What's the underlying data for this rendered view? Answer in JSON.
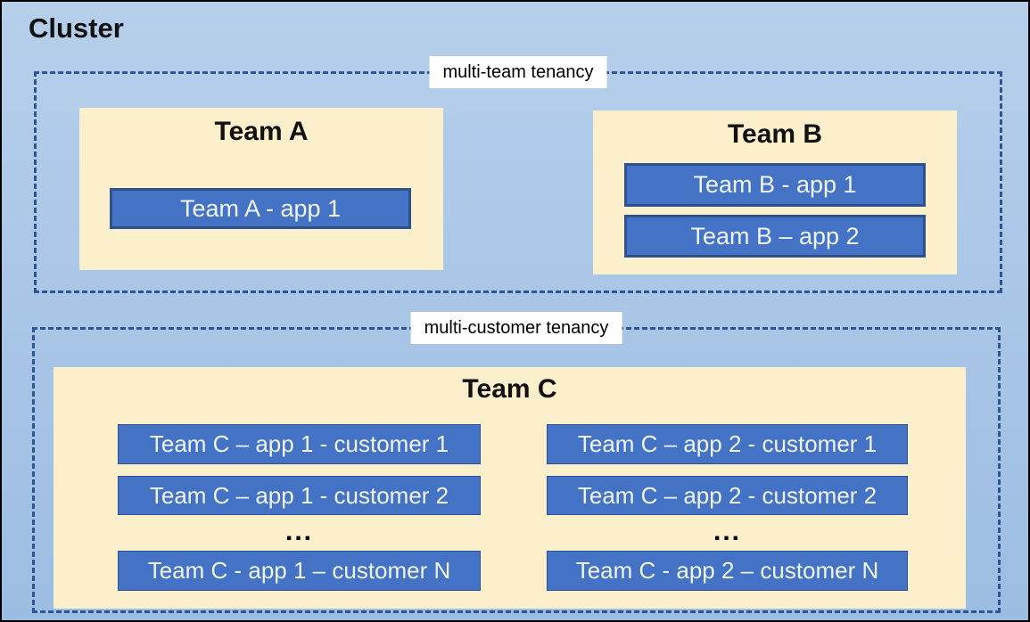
{
  "cluster": {
    "title": "Cluster"
  },
  "groups": {
    "multi_team": {
      "label": "multi-team tenancy"
    },
    "multi_customer": {
      "label": "multi-customer tenancy"
    }
  },
  "teams": {
    "a": {
      "name": "Team A",
      "apps": [
        "Team A - app 1"
      ]
    },
    "b": {
      "name": "Team B",
      "apps": [
        "Team B - app 1",
        "Team B – app 2"
      ]
    },
    "c": {
      "name": "Team C",
      "columns": [
        {
          "items": [
            "Team C – app 1 - customer 1",
            "Team C – app 1 - customer 2"
          ],
          "ellipsis": "...",
          "last": "Team C - app 1 – customer N"
        },
        {
          "items": [
            "Team C – app 2 - customer 1",
            "Team C – app 2 - customer 2"
          ],
          "ellipsis": "...",
          "last": "Team C - app 2 – customer N"
        }
      ]
    }
  },
  "colors": {
    "background_top": "#B6CFEB",
    "background_bottom": "#9CBDE2",
    "team_fill": "#FCF0CC",
    "app_fill": "#4472C4",
    "app_border": "#2F528F",
    "dashed_border": "#2F5496",
    "app_text": "#EFF4FB",
    "title_text": "#111111"
  }
}
